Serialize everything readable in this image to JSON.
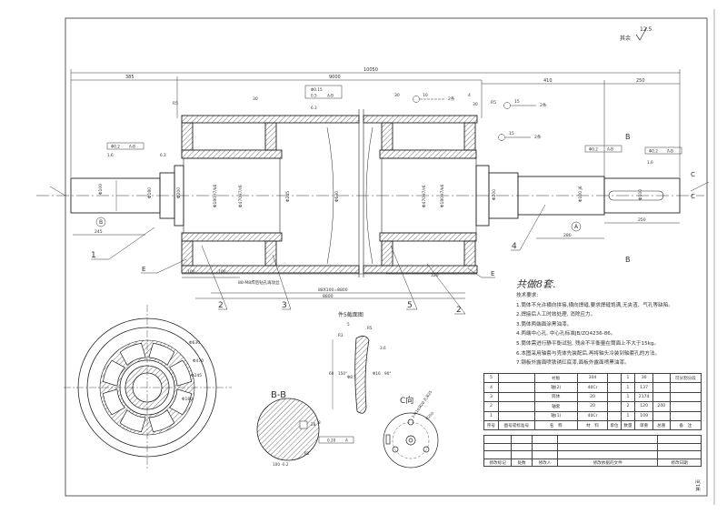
{
  "corner": {
    "roughness_prefix": "其余",
    "roughness_value": "12.5"
  },
  "dimensions": {
    "overall": "10050",
    "left_shaft": "385",
    "drum": "9000",
    "right_410": "410",
    "right_250": "250",
    "left_245": "245",
    "right_280": "280",
    "right_250b": "250",
    "d100a": "100",
    "d100b": "100",
    "d320": "320",
    "pitch": "88X100=8800",
    "total_8800": "8800",
    "holes": "88-M8焊后钻孔再攻丝",
    "w30a": "30",
    "w30b": "30",
    "w30c": "30",
    "w4": "4",
    "r5a": "R5",
    "r5b": "R5",
    "dia_100": "Φ100",
    "dia_180": "Φ180",
    "dia_200": "Φ200",
    "dia_180h": "Φ180H7/k6",
    "dia_470": "Φ470H7/r6",
    "dia_245": "Φ245",
    "dia_630": "Φ630",
    "dia_100j": "Φ100 j6",
    "dia_200r": "Φ200",
    "dia_180r": "Φ180H7/k6",
    "dia_470r": "Φ470H7/r6",
    "dia_100r": "Φ100"
  },
  "tolerances": {
    "runout_left": "Φ0.2",
    "datum_left": "A-B",
    "roughness_16a": "1.6",
    "roughness_63a": "6.3",
    "cyl_top": "Φ0.15",
    "flat_top": "0.5",
    "datum_top": "A-B",
    "roughness_63b": "6.3",
    "runout_r1": "Φ0.2",
    "datum_r1": "A-B",
    "runout_r2": "Φ0.2",
    "datum_r2": "A-B",
    "roughness_16b": "1.6"
  },
  "welds": {
    "w1": "10",
    "w1b": "2条",
    "w2": "15",
    "w2b": "2条",
    "w3": "15",
    "w3b": "2条"
  },
  "labels": {
    "part1": "1",
    "part2a": "2",
    "part3": "3",
    "part5": "5",
    "part2b": "2",
    "part4": "4",
    "e_left": "E",
    "e_right": "E",
    "datum_b": "B",
    "datum_a": "A",
    "sec_b1": "B",
    "sec_b2": "B",
    "view_c1": "C",
    "view_c2": "C",
    "view_bb": "B-B",
    "view_c": "C向",
    "view_sec5": "件5截面图"
  },
  "sec5_dims": {
    "a": "5",
    "b": "R3",
    "c": "R5",
    "d": "3.6",
    "e": "60",
    "f": "150°",
    "g": "90°",
    "h": "Φ8.5",
    "i": "Φ16"
  },
  "bb_dims": {
    "a": "28",
    "b": "8",
    "c": "100 -0.2",
    "d": "0.20",
    "e": "A",
    "f": "R2"
  },
  "c_dims": {
    "a": "3-M16深20 孔深25",
    "b": "Φ200"
  },
  "end_view": {
    "a": "Φ630",
    "b": "Φ470",
    "c": "Φ245",
    "d": "Φ180"
  },
  "notes": {
    "handwritten": "共做8套.",
    "heading": "技术要求:",
    "items": [
      "1.筒体不允许横向拼接,横向焊缝,要求焊缝饱满,无夹渣、气孔等缺陷。",
      "2.焊接后人工时效处理, 消除应力。",
      "3.筒体两端面涂黑油漆。",
      "4.两端中心孔, 中心孔标准JB/ZQ4236-86。",
      "5.筒体需进行静平衡试验, 残余不平衡量在筒面上不大于15kg。",
      "6.本图采用轴套与壳体先装配后,再将轴头冷装到轴套孔的方法。",
      "7.钢板外露面喷铁锈红底漆,面板外露面喷黑油漆。"
    ]
  },
  "bom": {
    "rows": [
      [
        "5",
        "",
        "衬板",
        "304",
        "",
        "1",
        "30",
        "",
        "可分割分段"
      ],
      [
        "4",
        "",
        "轴(2)",
        "40Cr",
        "",
        "1",
        "137",
        "",
        ""
      ],
      [
        "3",
        "",
        "筒体",
        "20",
        "",
        "1",
        "2174",
        "",
        ""
      ],
      [
        "2",
        "",
        "轴套",
        "20",
        "",
        "2",
        "120",
        "240",
        ""
      ],
      [
        "1",
        "",
        "轴(1)",
        "40Cr",
        "",
        "1",
        "109",
        "",
        ""
      ]
    ],
    "header": [
      "序号",
      "图号或标准号",
      "名　称",
      "材　料",
      "单位",
      "数量",
      "单重",
      "总重",
      "备　注"
    ],
    "revision": [
      "修改标记",
      "处数",
      "修改人",
      "修改依据的文件",
      "修改日期"
    ]
  },
  "edge_mark": "第1页"
}
